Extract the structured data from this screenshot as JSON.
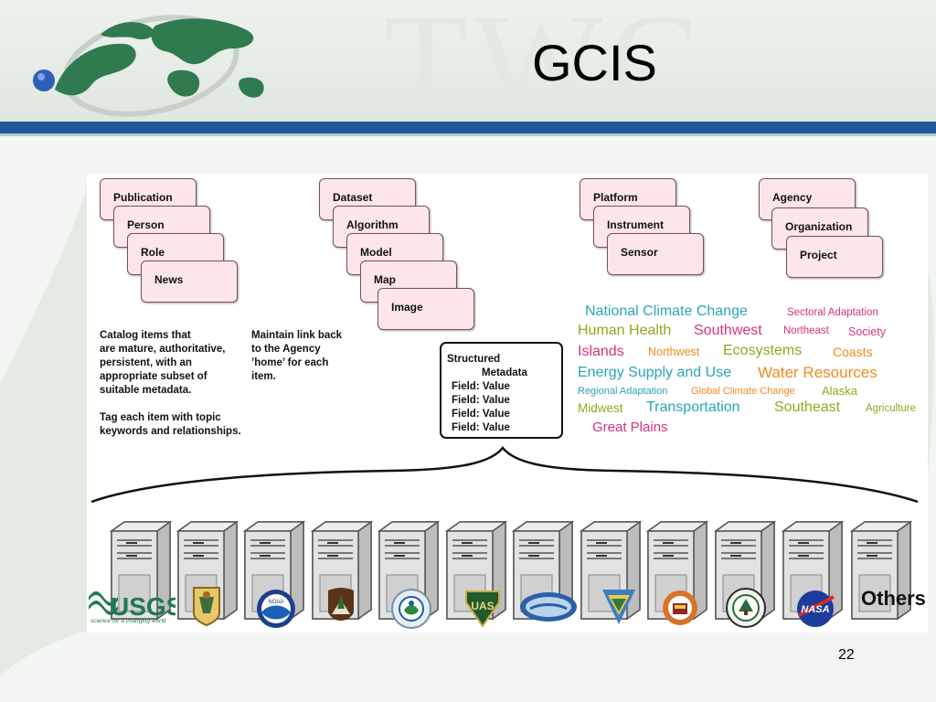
{
  "slide": {
    "title": "GCIS",
    "watermark": "TWC",
    "page_number": "22"
  },
  "cards": {
    "publication": "Publication",
    "person": "Person",
    "role": "Role",
    "news": "News",
    "dataset": "Dataset",
    "algorithm": "Algorithm",
    "model": "Model",
    "map": "Map",
    "image": "Image",
    "platform": "Platform",
    "instrument": "Instrument",
    "sensor": "Sensor",
    "agency": "Agency",
    "organization": "Organization",
    "project": "Project"
  },
  "notes": {
    "catalog": "Catalog items that\nare mature, authoritative,\npersistent, with an\nappropriate subset of\nsuitable metadata.\n\nTag each item with topic\nkeywords and relationships.",
    "maintain": "Maintain link back\nto the Agency\n’home’ for each\nitem."
  },
  "metadata_box": {
    "line1": "Structured",
    "line2": "Metadata",
    "fields": [
      "Field: Value",
      "Field: Value",
      "Field: Value",
      "Field: Value"
    ]
  },
  "word_cloud": [
    {
      "text": "National Climate Change",
      "color": "#2aa3b8"
    },
    {
      "text": "Sectoral Adaptation",
      "color": "#d6337a"
    },
    {
      "text": "Human Health",
      "color": "#8aab1e"
    },
    {
      "text": "Southwest",
      "color": "#d6337a"
    },
    {
      "text": "Northeast",
      "color": "#d6337a"
    },
    {
      "text": "Society",
      "color": "#d6337a"
    },
    {
      "text": "Islands",
      "color": "#d6337a"
    },
    {
      "text": "Northwest",
      "color": "#f08a1c"
    },
    {
      "text": "Ecosystems",
      "color": "#8aab1e"
    },
    {
      "text": "Coasts",
      "color": "#f08a1c"
    },
    {
      "text": "Energy Supply and Use",
      "color": "#2aa3b8"
    },
    {
      "text": "Water Resources",
      "color": "#f08a1c"
    },
    {
      "text": "Regional Adaptation",
      "color": "#2aa3b8"
    },
    {
      "text": "Global Climate Change",
      "color": "#f08a1c"
    },
    {
      "text": "Alaska",
      "color": "#8aab1e"
    },
    {
      "text": "Midwest",
      "color": "#8aab1e"
    },
    {
      "text": "Transportation",
      "color": "#2aa3b8"
    },
    {
      "text": "Southeast",
      "color": "#8aab1e"
    },
    {
      "text": "Agriculture",
      "color": "#8aab1e"
    },
    {
      "text": "Great Plains",
      "color": "#d6337a"
    }
  ],
  "logos": {
    "usgs": "USGS",
    "usgs_tagline": "science for a changing world",
    "noaa": "NOAA",
    "usfs": "UAS",
    "nasa": "NASA",
    "others": "Others"
  },
  "icons": [
    "globe-logo-icon",
    "server-icon",
    "usgs-logo-icon",
    "fws-logo-icon",
    "noaa-logo-icon",
    "nps-logo-icon",
    "epa-logo-icon",
    "forest-service-logo-icon",
    "doi-logo-icon",
    "blm-logo-icon",
    "doe-logo-icon",
    "agency-seal-icon",
    "nasa-logo-icon"
  ]
}
